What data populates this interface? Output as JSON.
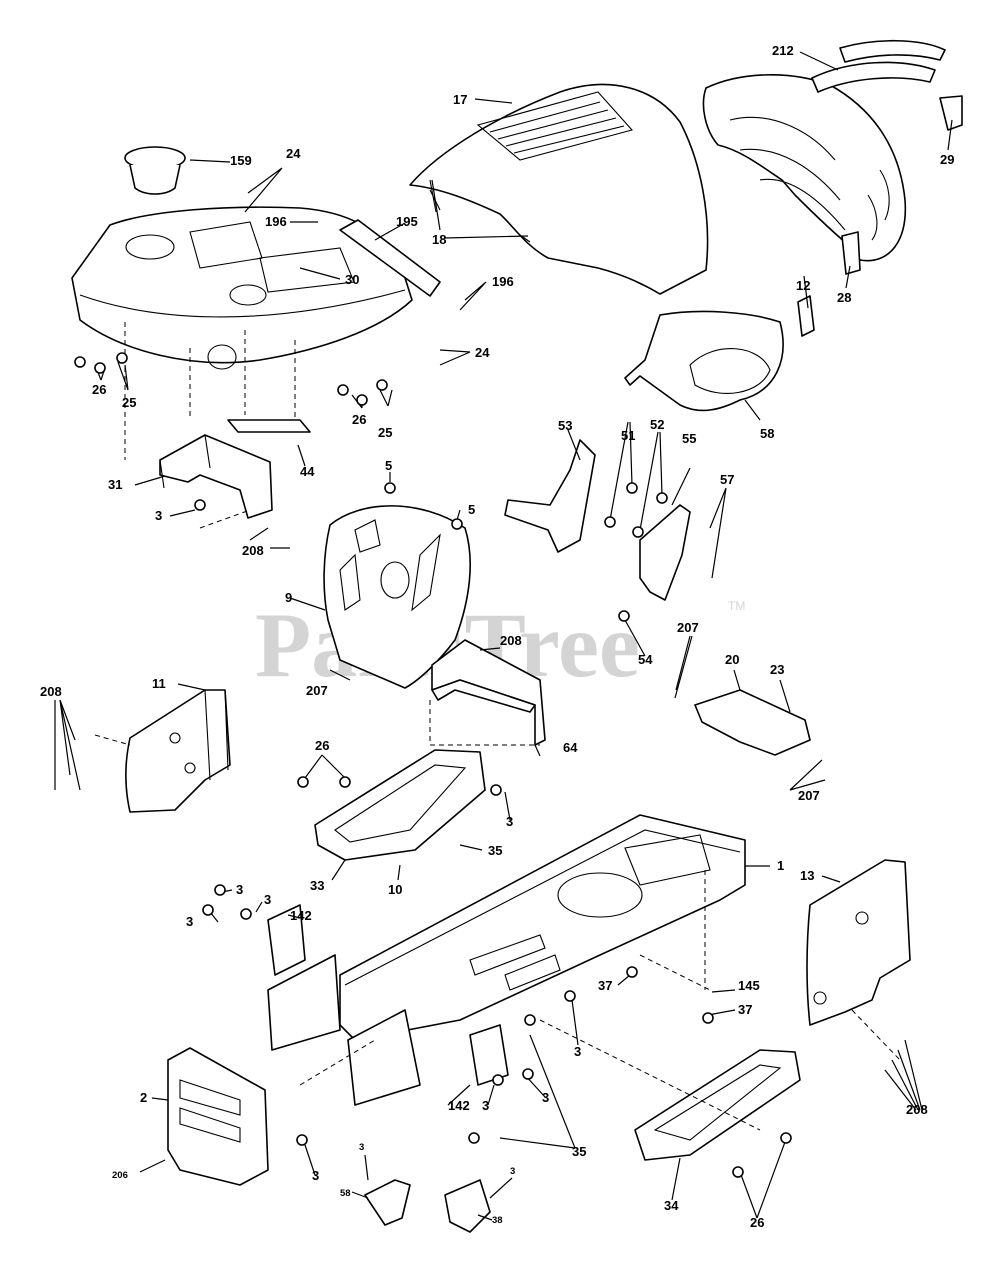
{
  "watermark": {
    "text": "PartsTree",
    "trademark": "TM"
  },
  "labels": {
    "l17": "17",
    "l212": "212",
    "l29": "29",
    "l159": "159",
    "l24a": "24",
    "l196a": "196",
    "l195": "195",
    "l30": "30",
    "l18": "18",
    "l196b": "196",
    "l12": "12",
    "l28": "28",
    "l24b": "24",
    "l26a": "26",
    "l25a": "25",
    "l26b": "26",
    "l25b": "25",
    "l58a": "58",
    "l44": "44",
    "l31": "31",
    "l3a": "3",
    "l208a": "208",
    "l5a": "5",
    "l5b": "5",
    "l53": "53",
    "l51": "51",
    "l52": "52",
    "l55": "55",
    "l57": "57",
    "l9": "9",
    "l54": "54",
    "l207a": "207",
    "l20": "20",
    "l23": "23",
    "l208b": "208",
    "l207b": "207",
    "l64": "64",
    "l207c": "207",
    "l11": "11",
    "l208c": "208",
    "l26c": "26",
    "l3b": "3",
    "l35a": "35",
    "l33": "33",
    "l10": "10",
    "l1": "1",
    "l13": "13",
    "l3c": "3",
    "l3d": "3",
    "l3e": "3",
    "l142a": "142",
    "l145": "145",
    "l37a": "37",
    "l37b": "37",
    "l3f": "3",
    "l2": "2",
    "l142b": "142",
    "l3g": "3",
    "l3h": "3",
    "l208d": "208",
    "l3i": "3",
    "l206": "206",
    "l35b": "35",
    "l3j": "3",
    "l3k": "3",
    "l58b": "58",
    "l38": "38",
    "l34": "34",
    "l26d": "26"
  }
}
